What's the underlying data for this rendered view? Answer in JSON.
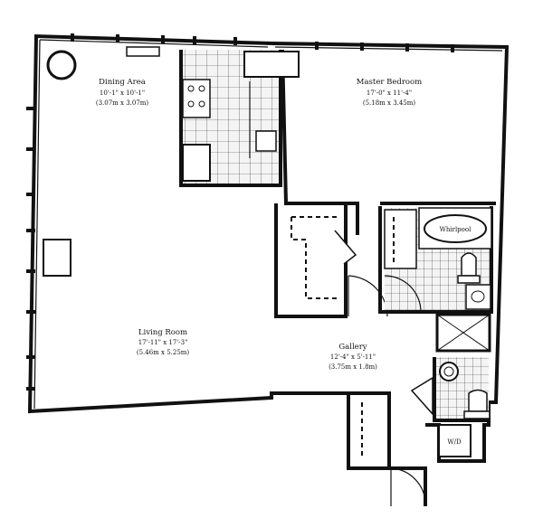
{
  "rooms": {
    "dining": {
      "name": "Dining Area",
      "imperial": "10'-1\" x 10'-1\"",
      "metric": "(3.07m x 3.07m)"
    },
    "master": {
      "name": "Master Bedroom",
      "imperial": "17'-0\" x 11'-4\"",
      "metric": "(5.18m x 3.45m)"
    },
    "living": {
      "name": "Living Room",
      "imperial": "17'-11\" x 17'-3\"",
      "metric": "(5.46m x 5.25m)"
    },
    "gallery": {
      "name": "Gallery",
      "imperial": "12'-4\" x 5'-11\"",
      "metric": "(3.75m x 1.8m)"
    }
  },
  "fixtures": {
    "whirlpool": "Whirlpool",
    "washer_dryer": "W/D"
  }
}
